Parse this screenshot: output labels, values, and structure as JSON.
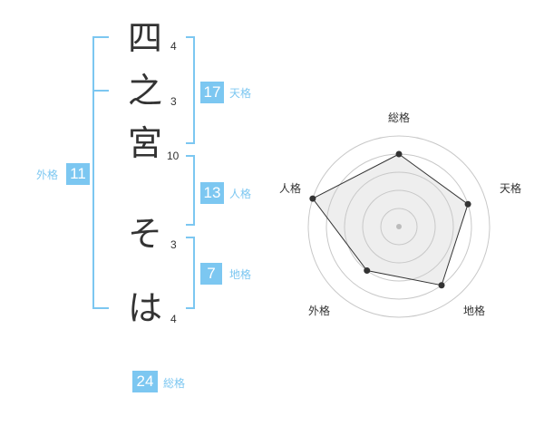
{
  "name": {
    "chars": [
      {
        "char": "四",
        "strokes": "4"
      },
      {
        "char": "之",
        "strokes": "3"
      },
      {
        "char": "宮",
        "strokes": "10"
      },
      {
        "char": "そ",
        "strokes": "3"
      },
      {
        "char": "は",
        "strokes": "4"
      }
    ]
  },
  "kaku": {
    "gaikaku": {
      "value": "11",
      "label": "外格"
    },
    "tenkaku": {
      "value": "17",
      "label": "天格"
    },
    "jinkaku": {
      "value": "13",
      "label": "人格"
    },
    "chikaku": {
      "value": "7",
      "label": "地格"
    },
    "soukaku": {
      "value": "24",
      "label": "総格"
    }
  },
  "colors": {
    "accent": "#7cc7f1",
    "text": "#333333",
    "grid": "#c8c8c8",
    "fill": "#eeeeee"
  },
  "radar": {
    "axes": [
      "総格",
      "天格",
      "地格",
      "外格",
      "人格"
    ],
    "levels": 5,
    "scores": [
      4,
      4,
      4,
      3,
      5
    ]
  }
}
